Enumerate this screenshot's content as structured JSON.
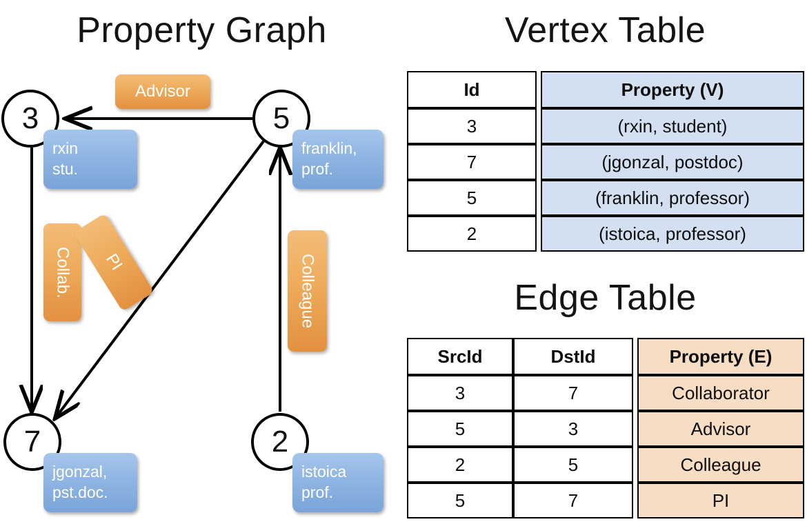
{
  "titles": {
    "property_graph": "Property Graph",
    "vertex_table": "Vertex Table",
    "edge_table": "Edge Table"
  },
  "graph": {
    "nodes": [
      {
        "id": "3",
        "label": "3",
        "property_line1": "rxin",
        "property_line2": "stu."
      },
      {
        "id": "5",
        "label": "5",
        "property_line1": "franklin,",
        "property_line2": "prof."
      },
      {
        "id": "7",
        "label": "7",
        "property_line1": "jgonzal,",
        "property_line2": "pst.doc."
      },
      {
        "id": "2",
        "label": "2",
        "property_line1": "istoica",
        "property_line2": "prof."
      }
    ],
    "edge_labels": {
      "advisor": "Advisor",
      "collab": "Collab.",
      "pi": "PI",
      "colleague": "Colleague"
    }
  },
  "vertex_table": {
    "headers": [
      "Id",
      "Property (V)"
    ],
    "rows": [
      {
        "id": "3",
        "property": "(rxin, student)"
      },
      {
        "id": "7",
        "property": "(jgonzal, postdoc)"
      },
      {
        "id": "5",
        "property": "(franklin, professor)"
      },
      {
        "id": "2",
        "property": "(istoica, professor)"
      }
    ]
  },
  "edge_table": {
    "headers": [
      "SrcId",
      "DstId",
      "Property (E)"
    ],
    "rows": [
      {
        "src": "3",
        "dst": "7",
        "property": "Collaborator"
      },
      {
        "src": "5",
        "dst": "3",
        "property": "Advisor"
      },
      {
        "src": "2",
        "dst": "5",
        "property": "Colleague"
      },
      {
        "src": "5",
        "dst": "7",
        "property": "PI"
      }
    ]
  },
  "colors": {
    "vertex_box": "#8fb5e3",
    "edge_box": "#eeab5b",
    "vertex_table_highlight": "#d3e0f2",
    "edge_table_highlight": "#f6ddc3",
    "stroke": "#000000",
    "background": "#ffffff"
  }
}
